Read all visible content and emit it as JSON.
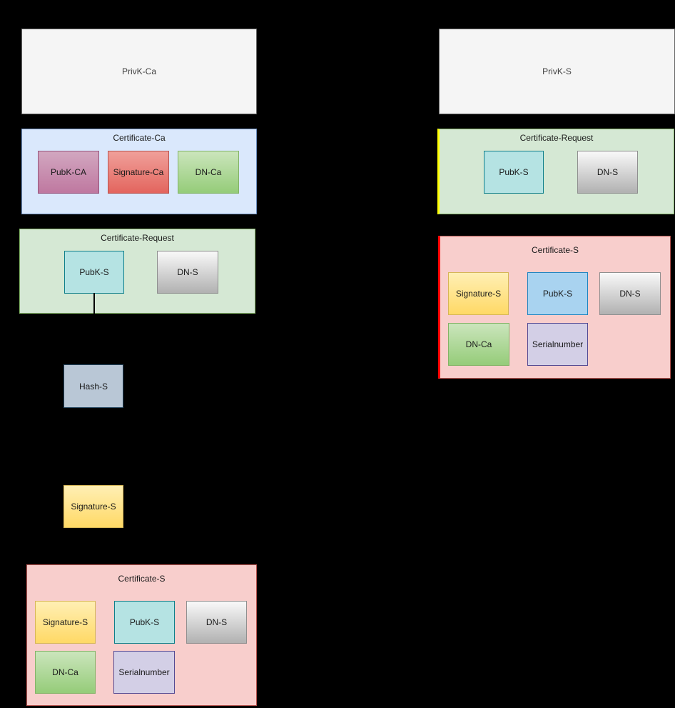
{
  "colors": {
    "background": "#000000",
    "container_blue_fill": "#dae8fc",
    "container_blue_stroke": "#6c8ebf",
    "container_green_fill": "#d5e8d4",
    "container_green_stroke": "#82b366",
    "container_pink_fill": "#f8cecc",
    "container_pink_stroke": "#b85450",
    "privk_fill": "#f5f5f5",
    "privk_stroke": "#666666",
    "highlight_yellow": "#ffff00",
    "highlight_red": "#ff0000",
    "node_pink": "#bf78a0",
    "node_red": "#e3655e",
    "node_green": "#95cc79",
    "node_yellow": "#ffd966",
    "node_gray": "#b1b1b1",
    "node_cyan": "#b5e3e3",
    "node_lightblue": "#a9d3f0",
    "node_lavender": "#d3cfe6",
    "node_steel": "#b9c7d6"
  },
  "left": {
    "privk": {
      "label": "PrivK-Ca"
    },
    "certificate_ca": {
      "title": "Certificate-Ca",
      "pubk": "PubK-CA",
      "signature": "Signature-Ca",
      "dn": "DN-Ca"
    },
    "certificate_request": {
      "title": "Certificate-Request",
      "pubk": "PubK-S",
      "dn": "DN-S"
    },
    "hash": "Hash-S",
    "signature": "Signature-S",
    "certificate_s": {
      "title": "Certificate-S",
      "signature": "Signature-S",
      "pubk": "PubK-S",
      "dn_s": "DN-S",
      "dn_ca": "DN-Ca",
      "serial": "Serialnumber"
    }
  },
  "right": {
    "privk": {
      "label": "PrivK-S"
    },
    "certificate_request": {
      "title": "Certificate-Request",
      "pubk": "PubK-S",
      "dn": "DN-S"
    },
    "certificate_s": {
      "title": "Certificate-S",
      "signature": "Signature-S",
      "pubk": "PubK-S",
      "dn_s": "DN-S",
      "dn_ca": "DN-Ca",
      "serial": "Serialnumber"
    }
  }
}
